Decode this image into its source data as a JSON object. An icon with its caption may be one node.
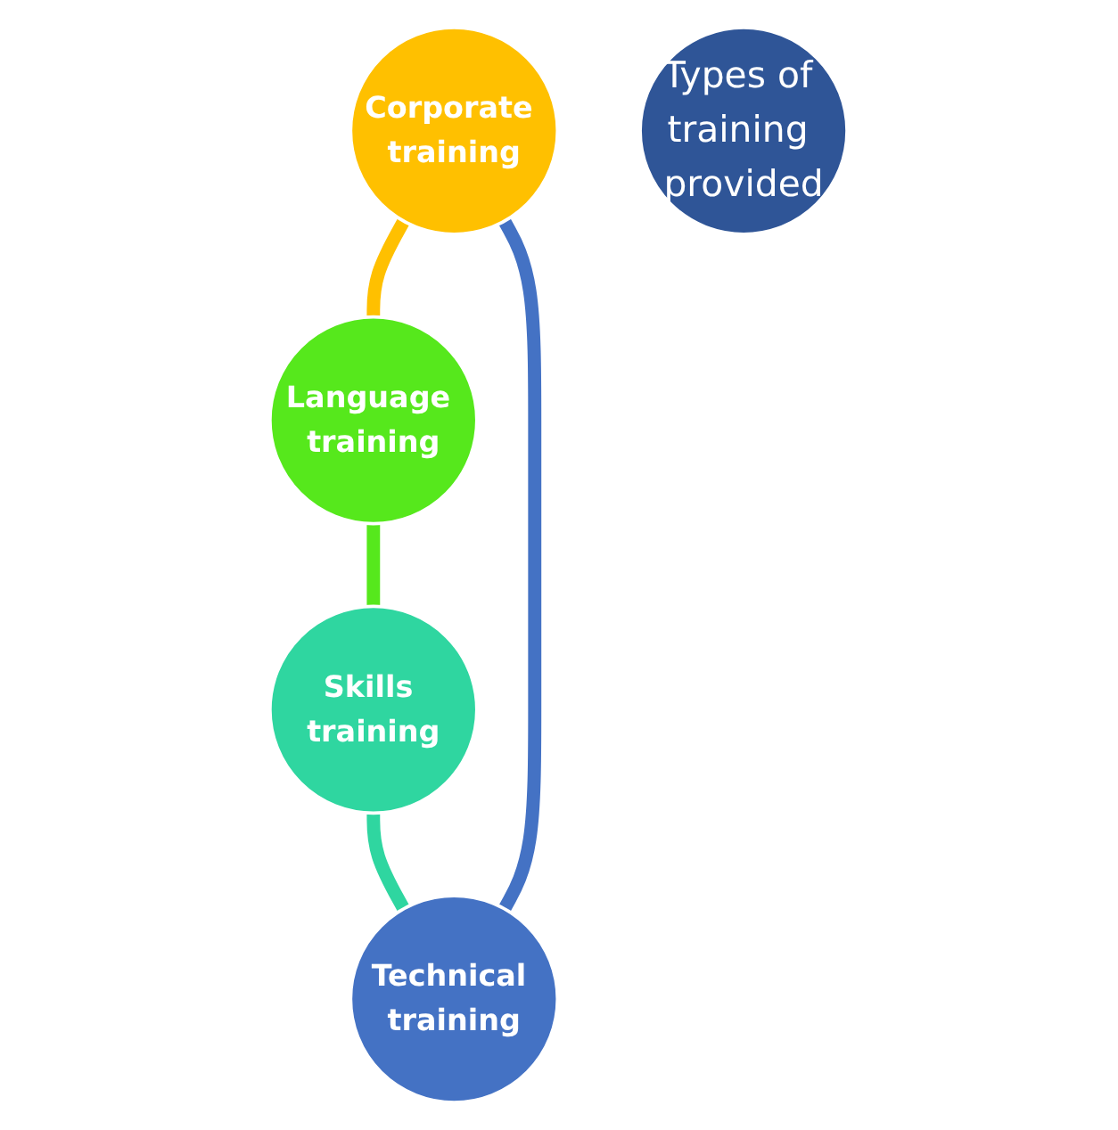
{
  "diagram": {
    "nodes": [
      {
        "text": [
          "Corporate training"
        ]
      },
      {
        "text": [
          "Technical training"
        ]
      },
      {
        "text": [
          "Types of training provided"
        ]
      },
      {
        "text": [
          "Language training"
        ]
      },
      {
        "text": [
          "Skills training"
        ]
      }
    ],
    "edges": [
      {
        "from": 0,
        "to": 3,
        "arrow": "none",
        "color": "#ffc000"
      },
      {
        "from": 3,
        "to": 4,
        "arrow": "none",
        "color": "#56e81c"
      },
      {
        "from": 4,
        "to": 1,
        "arrow": "none",
        "color": "#2fd6a0"
      },
      {
        "from": 1,
        "to": 0,
        "arrow": "none",
        "color": "#4472c4"
      }
    ]
  }
}
